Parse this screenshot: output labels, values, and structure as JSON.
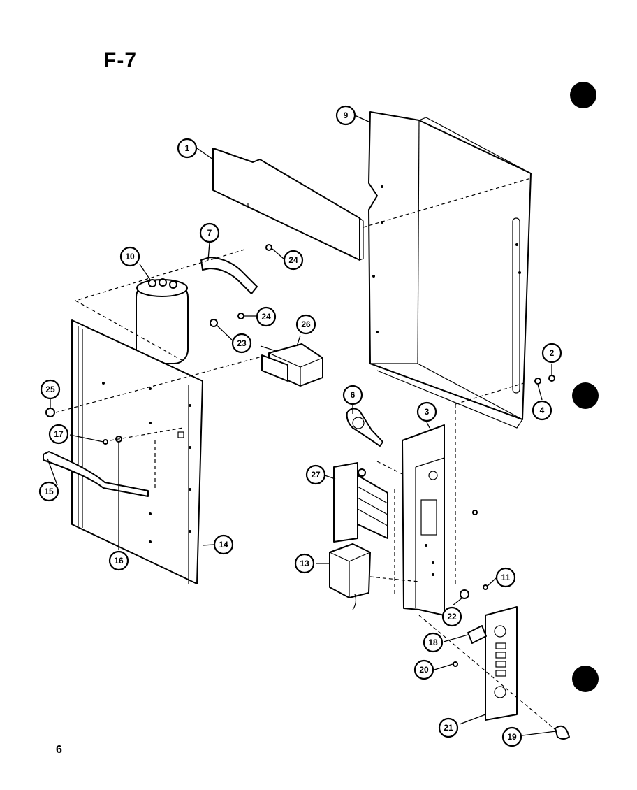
{
  "title": "F-7",
  "page_number": "6",
  "callouts": [
    {
      "label": "1"
    },
    {
      "label": "9"
    },
    {
      "label": "7"
    },
    {
      "label": "24"
    },
    {
      "label": "10"
    },
    {
      "label": "24"
    },
    {
      "label": "23"
    },
    {
      "label": "26"
    },
    {
      "label": "2"
    },
    {
      "label": "4"
    },
    {
      "label": "25"
    },
    {
      "label": "17"
    },
    {
      "label": "15"
    },
    {
      "label": "16"
    },
    {
      "label": "14"
    },
    {
      "label": "6"
    },
    {
      "label": "3"
    },
    {
      "label": "27"
    },
    {
      "label": "13"
    },
    {
      "label": "11"
    },
    {
      "label": "22"
    },
    {
      "label": "18"
    },
    {
      "label": "20"
    },
    {
      "label": "21"
    },
    {
      "label": "19"
    }
  ]
}
